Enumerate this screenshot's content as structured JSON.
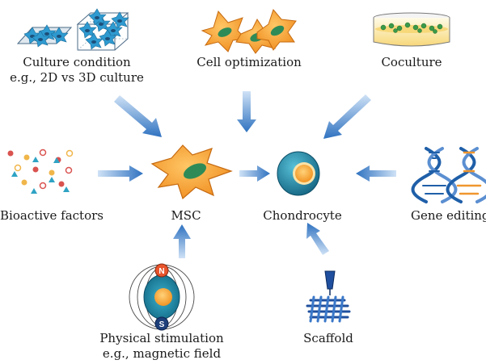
{
  "nodes": {
    "culture_condition": {
      "line1": "Culture condition",
      "line2": "e.g., 2D vs 3D culture"
    },
    "cell_optimization": {
      "label": "Cell optimization"
    },
    "coculture": {
      "label": "Coculture"
    },
    "bioactive_factors": {
      "label": "Bioactive factors"
    },
    "msc": {
      "label": "MSC"
    },
    "chondrocyte": {
      "label": "Chondrocyte"
    },
    "gene_editing": {
      "label": "Gene editing"
    },
    "physical_stimulation": {
      "line1": "Physical stimulation",
      "line2": "e.g., magnetic field"
    },
    "scaffold": {
      "label": "Scaffold"
    }
  },
  "magnet": {
    "north": "N",
    "south": "S"
  },
  "colors": {
    "arrow": "#3a7fc8",
    "cell_orange": "#f39a2a",
    "nucleus_green": "#2e8b57",
    "chondro_teal": "#1e7d9a",
    "chondro_core": "#f5a623",
    "dna_blue": "#1f5fa8",
    "dna_orange": "#f0962e",
    "scaffold_blue": "#1f4f9e"
  }
}
